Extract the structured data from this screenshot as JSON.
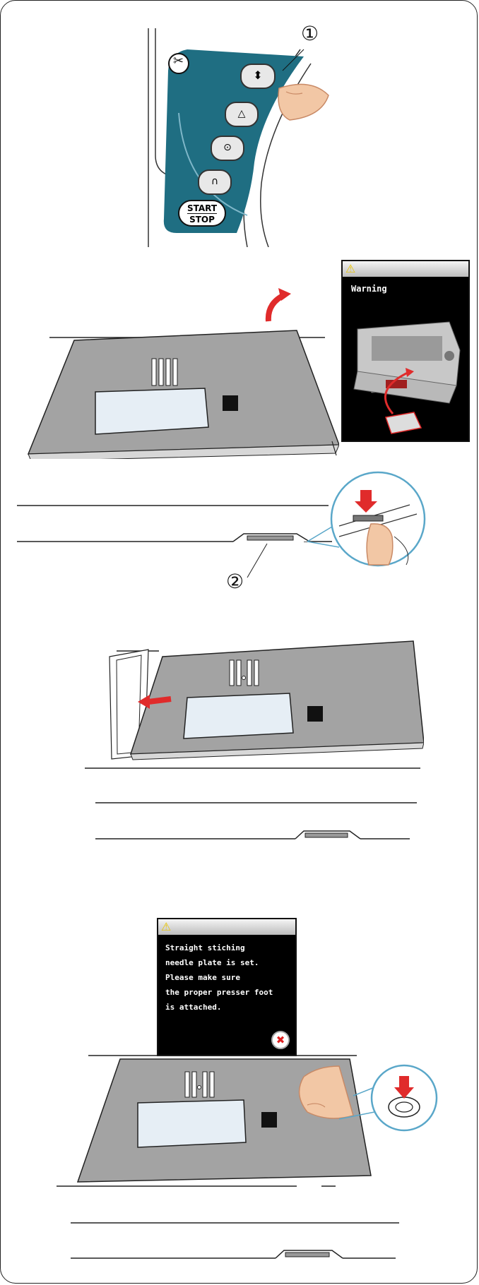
{
  "page": {
    "title": ""
  },
  "figure_panel": {
    "callout_1": "①",
    "buttons": [
      "up-down-needle",
      "presser-foot-lift",
      "lock-stitch",
      "auto-reverse"
    ],
    "start_stop_line1": "START",
    "start_stop_line2": "STOP",
    "scissors_glyph": "✂"
  },
  "warning_screen_1": {
    "title": "Warning",
    "icon": "warning-triangle-icon"
  },
  "figure_lever": {
    "callout_2": "②"
  },
  "warning_screen_2": {
    "line1": "Straight stiching",
    "line2": "needle plate is set.",
    "line3": "Please make sure",
    "line4": "the proper presser foot",
    "line5": "is attached.",
    "close_icon": "close-x-icon"
  },
  "colors": {
    "panel_teal": "#1f6e82",
    "plate_gray": "#a3a3a3",
    "arrow_red": "#e02b2b",
    "callout_blue": "#5aa7c9"
  }
}
